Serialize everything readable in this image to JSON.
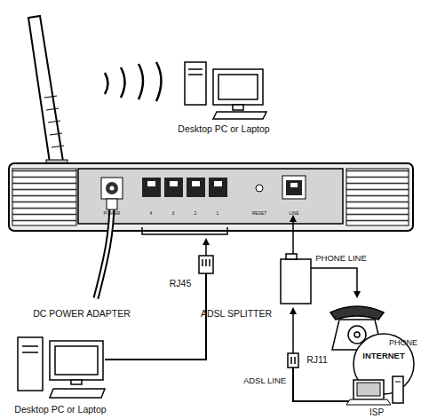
{
  "diagram": {
    "labels": [
      "Desktop PC or Laptop",
      "POWER",
      "4",
      "3",
      "2",
      "1",
      "RESET",
      "LINE",
      "DC POWER ADAPTER",
      "RJ45",
      "ADSL SPLITTER",
      "PHONE LINE",
      "PHONE",
      "RJ11",
      "ADSL LINE",
      "INTERNET",
      "ISP",
      "Desktop PC or Laptop"
    ]
  }
}
